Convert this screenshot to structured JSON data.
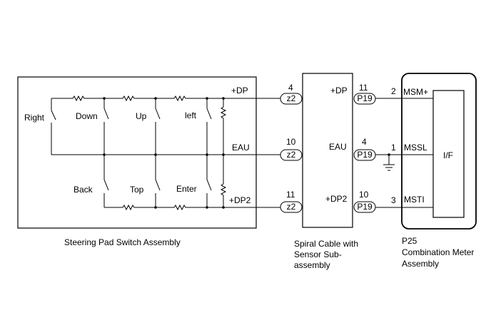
{
  "switch_assembly": {
    "caption": "Steering Pad Switch Assembly",
    "switches": [
      "Right",
      "Down",
      "Up",
      "left",
      "Back",
      "Top",
      "Enter"
    ],
    "outputs": [
      "+DP",
      "EAU",
      "+DP2"
    ]
  },
  "wire_pins": {
    "w1": {
      "left_pin": "4",
      "left_conn": "z2",
      "right_pin": "11",
      "right_conn": "P19",
      "meter_pin": "2"
    },
    "w2": {
      "left_pin": "10",
      "left_conn": "z2",
      "right_pin": "4",
      "right_conn": "P19",
      "meter_pin": "1"
    },
    "w3": {
      "left_pin": "11",
      "left_conn": "z2",
      "right_pin": "10",
      "right_conn": "P19",
      "meter_pin": "3"
    }
  },
  "spiral_cable": {
    "labels": [
      "+DP",
      "EAU",
      "+DP2"
    ],
    "caption_lines": [
      "Spiral Cable with",
      "Sensor Sub-",
      "assembly"
    ]
  },
  "meter": {
    "signals": [
      "MSM+",
      "MSSL",
      "MSTI"
    ],
    "inner_label": "I/F",
    "caption_lines": [
      "P25",
      "Combination Meter",
      "Assembly"
    ]
  }
}
